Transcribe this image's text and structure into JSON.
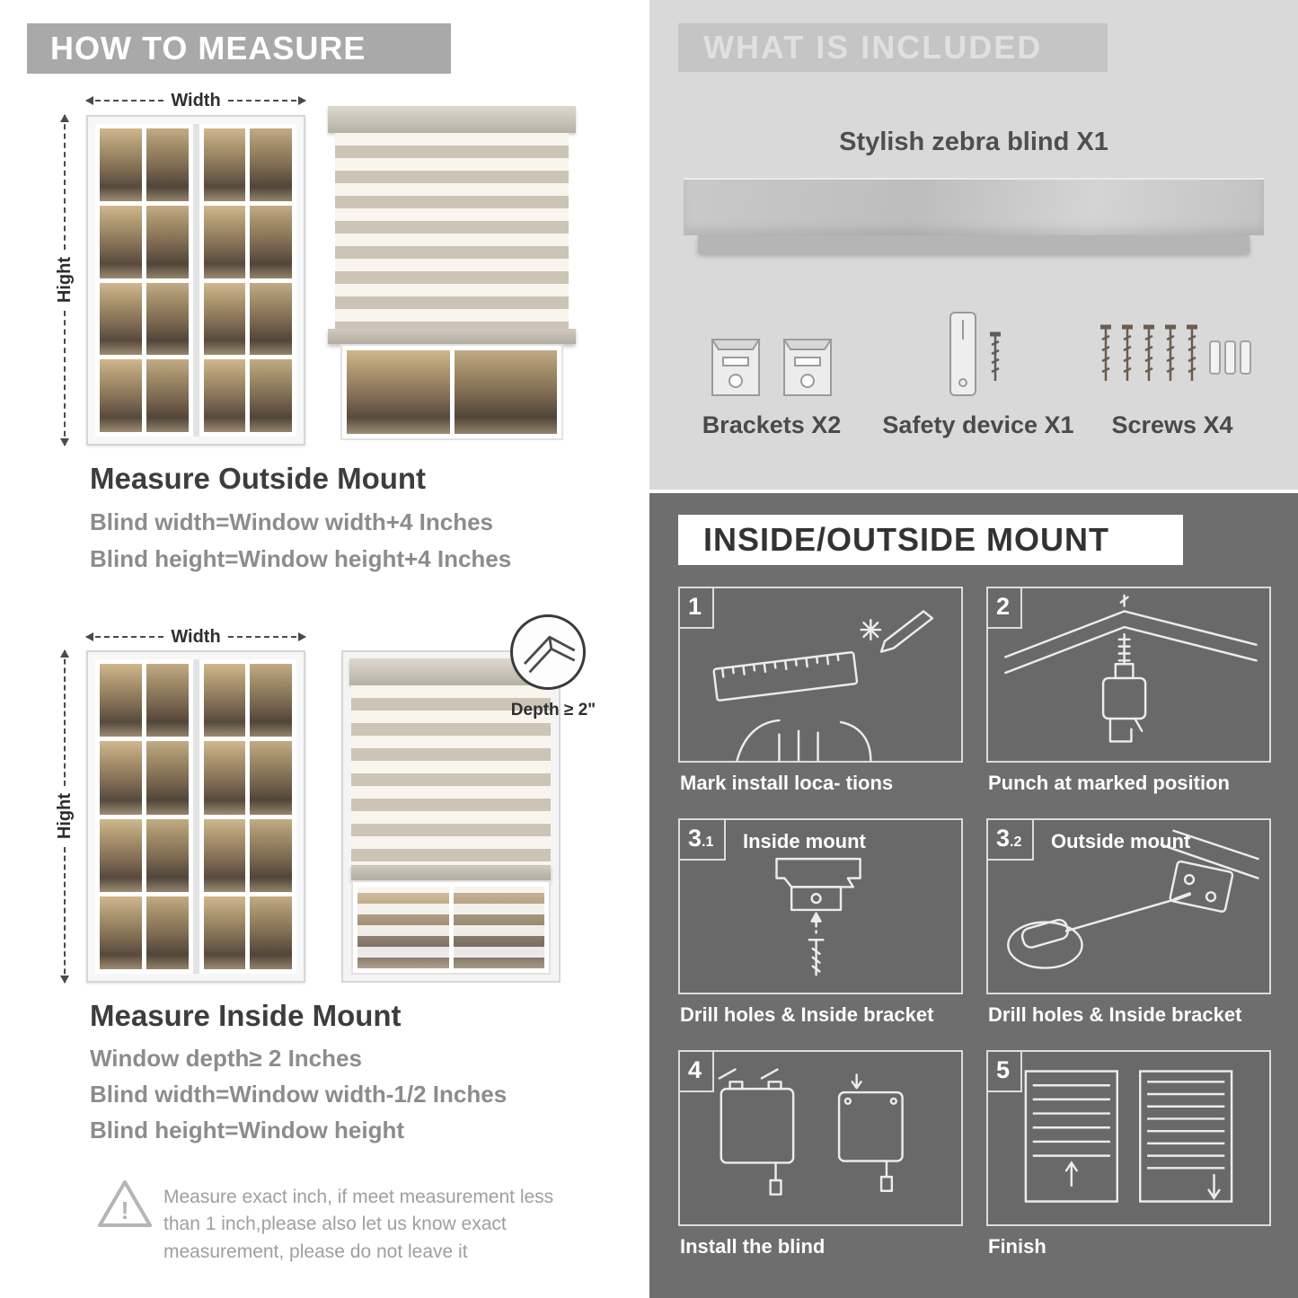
{
  "colors": {
    "left_banner_bg": "#a9a9a9",
    "included_section_bg": "#d9d9d9",
    "included_banner_bg": "#c5c5c5",
    "mount_section_bg": "#6e6e6e",
    "heading_text": "#3d3d3d",
    "rule_text": "#8c8c8c",
    "panel_border": "#dcdcdc"
  },
  "how_to_measure": {
    "header": "HOW TO MEASURE",
    "outside": {
      "width_label": "Width",
      "height_label": "Hight",
      "title": "Measure Outside Mount",
      "rule1": "Blind width=Window width+4 Inches",
      "rule2": "Blind height=Window height+4 Inches"
    },
    "inside": {
      "width_label": "Width",
      "height_label": "Hight",
      "depth_label": "Depth ≥ 2\"",
      "title": "Measure Inside Mount",
      "rule1": "Window depth≥ 2 Inches",
      "rule2": "Blind width=Window width-1/2 Inches",
      "rule3": "Blind height=Window height"
    },
    "warning": "Measure exact inch, if meet measurement less than 1 inch,please also let us know exact measurement, please do not leave it"
  },
  "included": {
    "header": "WHAT IS INCLUDED",
    "blind_label": "Stylish zebra blind X1",
    "items": [
      {
        "label": "Brackets X2"
      },
      {
        "label": "Safety device X1"
      },
      {
        "label": "Screws X4"
      }
    ]
  },
  "mount_steps": {
    "header": "INSIDE/OUTSIDE MOUNT",
    "steps": [
      {
        "num": "1",
        "caption": "Mark install loca- tions"
      },
      {
        "num": "2",
        "caption": "Punch at  marked position"
      },
      {
        "num": "3",
        "sub": ".1",
        "title": "Inside mount",
        "caption": "Drill holes &  Inside bracket"
      },
      {
        "num": "3",
        "sub": ".2",
        "title": "Outside mount",
        "caption": "Drill holes &  Inside bracket"
      },
      {
        "num": "4",
        "caption": "Install the blind"
      },
      {
        "num": "5",
        "caption": "Finish"
      }
    ]
  }
}
